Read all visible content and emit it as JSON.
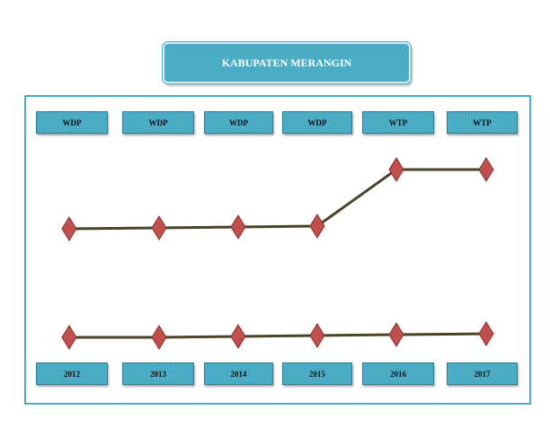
{
  "title": "KABUPATEN MERANGIN",
  "opinions": [
    "WDP",
    "WDP",
    "WDP",
    "WDP",
    "WTP",
    "WTP"
  ],
  "years": [
    "2012",
    "2013",
    "2014",
    "2015",
    "2016",
    "2017"
  ],
  "colors": {
    "accent": "#4bacc6",
    "line": "#4a4328",
    "marker": "#c0504d"
  },
  "chart_data": {
    "type": "line",
    "categories": [
      "2012",
      "2013",
      "2014",
      "2015",
      "2016",
      "2017"
    ],
    "series": [
      {
        "values": [
          1,
          1,
          1,
          1,
          2,
          2
        ]
      },
      {
        "values": [
          0,
          0,
          0,
          0,
          0,
          0
        ]
      }
    ],
    "category_labels_top": [
      "WDP",
      "WDP",
      "WDP",
      "WDP",
      "WTP",
      "WTP"
    ],
    "grid": false
  }
}
